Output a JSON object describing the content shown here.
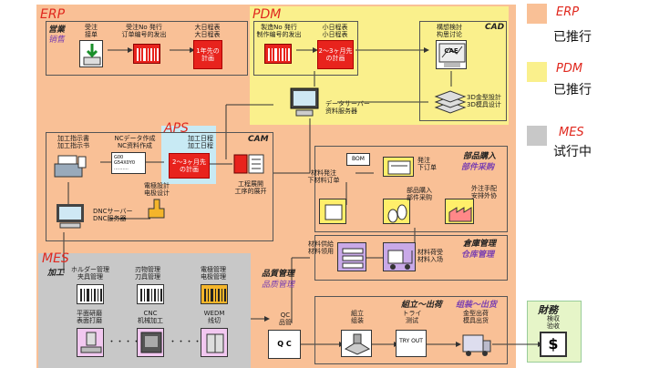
{
  "legend": {
    "erp": {
      "name": "ERP",
      "status": "已推行",
      "color": "#f9c096"
    },
    "pdm": {
      "name": "PDM",
      "status": "已推行",
      "color": "#faf08c"
    },
    "mes": {
      "name": "MES",
      "status": "试行中",
      "color": "#c8c8c8"
    }
  },
  "systems": {
    "erp": "ERP",
    "pdm": "PDM",
    "aps": "APS",
    "mes": "MES"
  },
  "sections": {
    "sales": {
      "jp": "営業",
      "cn": "销售"
    },
    "cad": "CAD",
    "cam": "CAM",
    "purchase": {
      "jp": "部品購入",
      "cn": "部件采购"
    },
    "warehouse": {
      "jp": "倉庫管理",
      "cn": "仓库管理"
    },
    "quality": {
      "jp": "品質管理",
      "cn": "品质管理"
    },
    "assembly": {
      "jp": "組立～出荷",
      "cn": "组装～出货"
    },
    "finance": "財務",
    "machining": "加工"
  },
  "nodes": {
    "order": {
      "jp": "受注",
      "cn": "接单"
    },
    "order_no": {
      "jp": "受注No 発行",
      "cn": "订单编号的发出"
    },
    "master_plan_erp": {
      "jp": "大日程表",
      "cn": "大日程表"
    },
    "one_year_plan": "1年先の計画",
    "mfg_no": {
      "jp": "製造No 発行",
      "cn": "制作编号的发出"
    },
    "small_plan": {
      "jp": "小日程表",
      "cn": "小日程表"
    },
    "two_three_month": "2～3ヶ月先の計画",
    "concept_review": {
      "jp": "構想検討",
      "cn": "构思讨论"
    },
    "cae": "CAE",
    "mold_design": {
      "jp": "3D金型設計",
      "cn": "3D模具设计"
    },
    "data_server": {
      "jp": "データサーバー",
      "cn": "资料服务器"
    },
    "work_instruction": {
      "jp": "加工指示書",
      "cn": "加工指示书"
    },
    "nc_data": {
      "jp": "NCデータ作成",
      "cn": "NC资料作成"
    },
    "aps_plan": {
      "jp": "加工日程",
      "cn": "加工日程"
    },
    "aps_two_three": "2～3ヶ月先の計画",
    "process_expand": {
      "jp": "工程展開",
      "cn": "工序的展开"
    },
    "electrode": {
      "jp": "電極設計",
      "cn": "电极设计"
    },
    "dnc": {
      "jp": "DNCサーバー",
      "cn": "DNC服务器"
    },
    "bom": "BOM",
    "material_order": {
      "jp": "材料発注",
      "cn": "下材料订单"
    },
    "issue_order": {
      "jp": "発注",
      "cn": "下订单"
    },
    "parts_purchase": {
      "jp": "部品購入",
      "cn": "部件采购"
    },
    "outsourcing": {
      "jp": "外注手配",
      "cn": "安排外协"
    },
    "material_supply": {
      "jp": "材料供給",
      "cn": "材料领用"
    },
    "material_receive": {
      "jp": "材料荷受",
      "cn": "材料入场"
    },
    "holder_mgmt": {
      "jp": "ホルダー管理",
      "cn": "夹具管理"
    },
    "tool_mgmt": {
      "jp": "刃物管理",
      "cn": "刀具管理"
    },
    "electrode_mgmt": {
      "jp": "電極管理",
      "cn": "电极管理"
    },
    "grinding": {
      "jp": "平面研磨",
      "cn": "表面打磨"
    },
    "cnc": {
      "jp": "CNC",
      "cn": "机械加工"
    },
    "wedm": {
      "jp": "WEDM",
      "cn": "线切"
    },
    "qc": {
      "jp": "QC",
      "cn": "品管"
    },
    "assemble": {
      "jp": "組立",
      "cn": "组装"
    },
    "tryout": {
      "jp": "トライ",
      "cn": "测试"
    },
    "ship": {
      "jp": "金型出荷",
      "cn": "模具出货"
    },
    "inspect": {
      "jp": "検収",
      "cn": "验收"
    }
  },
  "glyphs": {
    "nc_code": "G00 G54X0Y0 ..........",
    "tryout_text": "TRY OUT",
    "qc_text": "Q C",
    "dots": "・・・・"
  }
}
